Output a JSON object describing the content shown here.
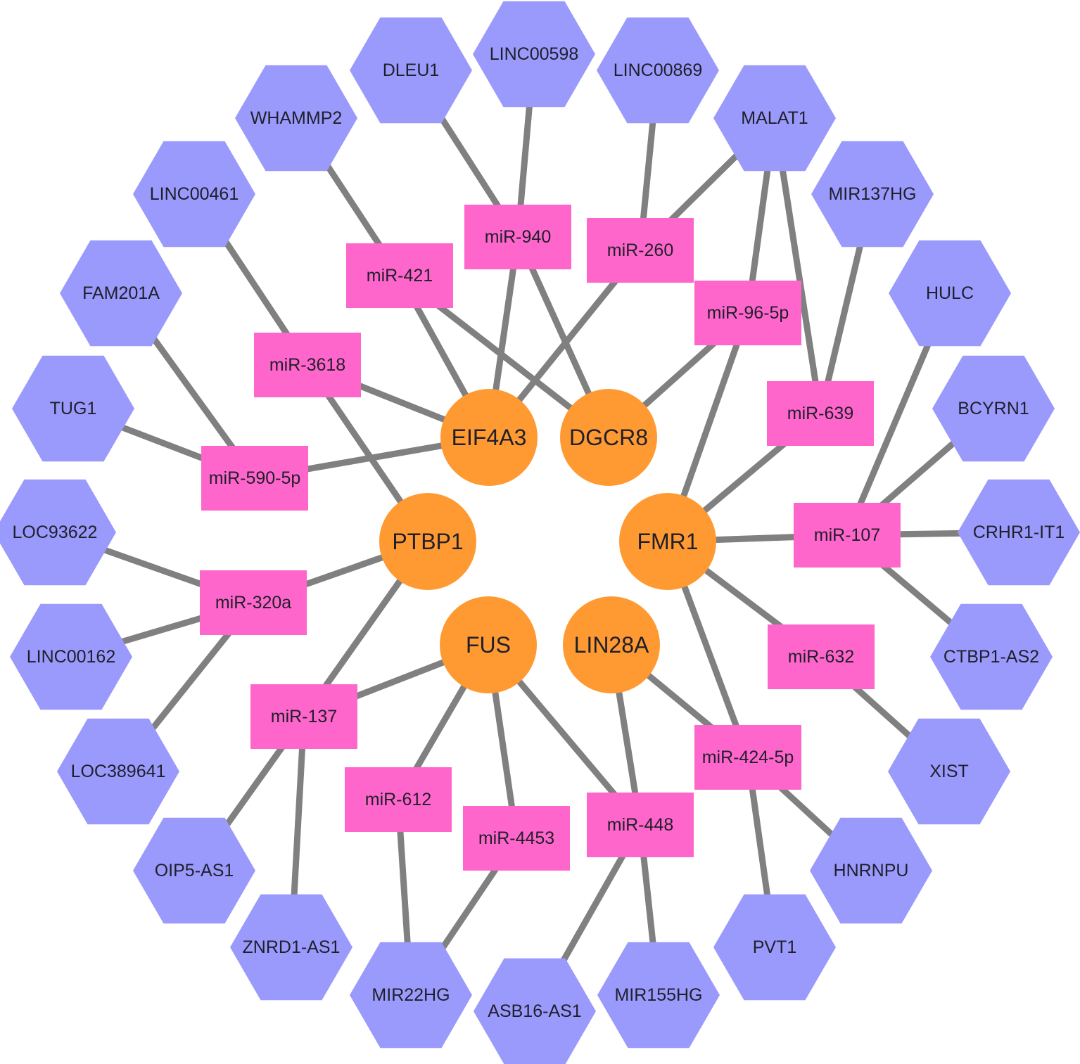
{
  "colors": {
    "lncrna_fill": "#9a9afd",
    "mirna_fill": "#ff66cc",
    "rbp_fill": "#ff9a33",
    "edge": "#808080",
    "background": "#ffffff"
  },
  "node_shapes": {
    "lncrna": "hexagon",
    "mirna": "rectangle",
    "rbp": "circle"
  },
  "rbps": [
    "EIF4A3",
    "DGCR8",
    "PTBP1",
    "FMR1",
    "FUS",
    "LIN28A"
  ],
  "mirnas": [
    "miR-940",
    "miR-421",
    "miR-260",
    "miR-96-5p",
    "miR-3618",
    "miR-639",
    "miR-590-5p",
    "miR-107",
    "miR-320a",
    "miR-632",
    "miR-137",
    "miR-424-5p",
    "miR-612",
    "miR-4453",
    "miR-448"
  ],
  "lncrnas": [
    "DLEU1",
    "LINC00598",
    "LINC00869",
    "WHAMMP2",
    "MALAT1",
    "LINC00461",
    "MIR137HG",
    "FAM201A",
    "HULC",
    "TUG1",
    "BCYRN1",
    "LOC93622",
    "CRHR1-IT1",
    "LINC00162",
    "CTBP1-AS2",
    "LOC389641",
    "XIST",
    "OIP5-AS1",
    "HNRNPU",
    "ZNRD1-AS1",
    "PVT1",
    "MIR22HG",
    "MIR155HG",
    "ASB16-AS1"
  ],
  "edges": [
    [
      "DLEU1",
      "miR-940"
    ],
    [
      "LINC00598",
      "miR-940"
    ],
    [
      "LINC00869",
      "miR-260"
    ],
    [
      "WHAMMP2",
      "miR-421"
    ],
    [
      "MALAT1",
      "miR-260"
    ],
    [
      "MALAT1",
      "miR-96-5p"
    ],
    [
      "MALAT1",
      "miR-639"
    ],
    [
      "MIR137HG",
      "miR-639"
    ],
    [
      "LINC00461",
      "miR-3618"
    ],
    [
      "FAM201A",
      "miR-590-5p"
    ],
    [
      "TUG1",
      "miR-590-5p"
    ],
    [
      "HULC",
      "miR-107"
    ],
    [
      "BCYRN1",
      "miR-107"
    ],
    [
      "CRHR1-IT1",
      "miR-107"
    ],
    [
      "CTBP1-AS2",
      "miR-107"
    ],
    [
      "LOC93622",
      "miR-320a"
    ],
    [
      "LINC00162",
      "miR-320a"
    ],
    [
      "LOC389641",
      "miR-320a"
    ],
    [
      "XIST",
      "miR-632"
    ],
    [
      "OIP5-AS1",
      "miR-137"
    ],
    [
      "ZNRD1-AS1",
      "miR-137"
    ],
    [
      "HNRNPU",
      "miR-424-5p"
    ],
    [
      "PVT1",
      "miR-424-5p"
    ],
    [
      "MIR22HG",
      "miR-612"
    ],
    [
      "MIR22HG",
      "miR-4453"
    ],
    [
      "ASB16-AS1",
      "miR-448"
    ],
    [
      "MIR155HG",
      "miR-448"
    ],
    [
      "EIF4A3",
      "miR-940"
    ],
    [
      "EIF4A3",
      "miR-421"
    ],
    [
      "EIF4A3",
      "miR-260"
    ],
    [
      "EIF4A3",
      "miR-3618"
    ],
    [
      "EIF4A3",
      "miR-590-5p"
    ],
    [
      "DGCR8",
      "miR-940"
    ],
    [
      "DGCR8",
      "miR-421"
    ],
    [
      "DGCR8",
      "miR-96-5p"
    ],
    [
      "PTBP1",
      "miR-3618"
    ],
    [
      "PTBP1",
      "miR-320a"
    ],
    [
      "PTBP1",
      "miR-137"
    ],
    [
      "FMR1",
      "miR-96-5p"
    ],
    [
      "FMR1",
      "miR-639"
    ],
    [
      "FMR1",
      "miR-107"
    ],
    [
      "FMR1",
      "miR-632"
    ],
    [
      "FMR1",
      "miR-424-5p"
    ],
    [
      "FUS",
      "miR-137"
    ],
    [
      "FUS",
      "miR-612"
    ],
    [
      "FUS",
      "miR-4453"
    ],
    [
      "FUS",
      "miR-448"
    ],
    [
      "LIN28A",
      "miR-448"
    ],
    [
      "LIN28A",
      "miR-424-5p"
    ]
  ]
}
